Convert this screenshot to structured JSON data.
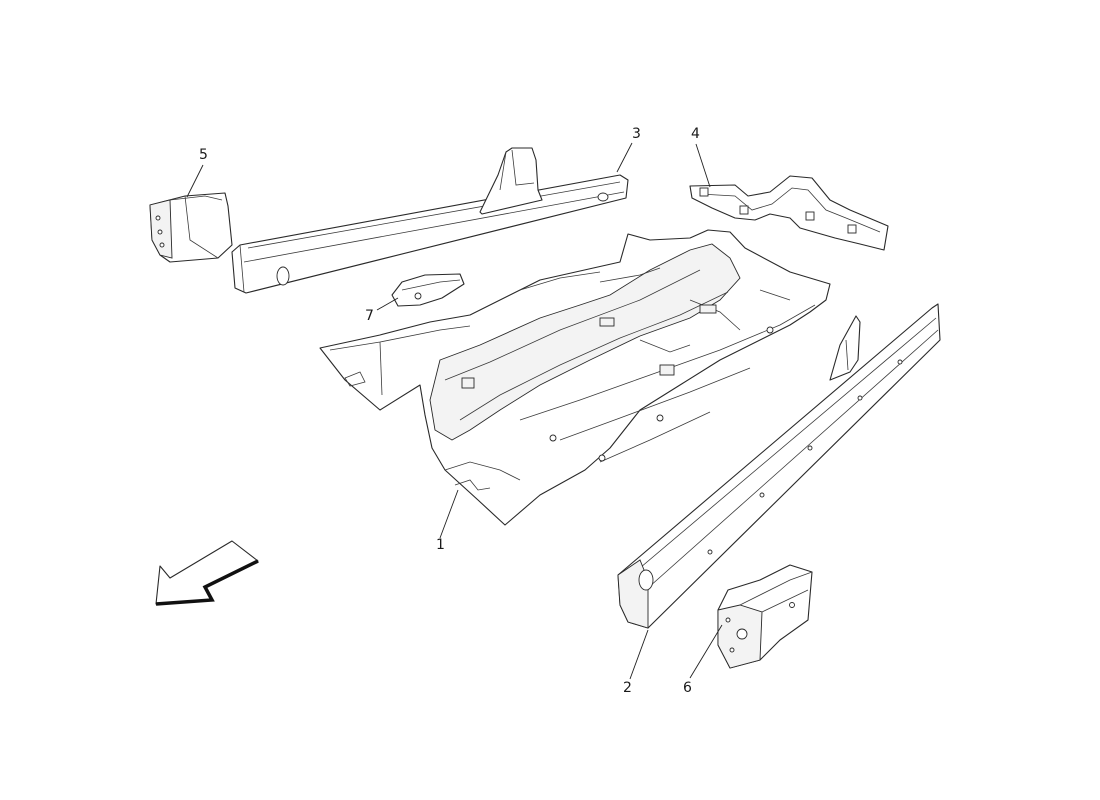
{
  "diagram": {
    "callouts": [
      {
        "id": "1",
        "label": "1"
      },
      {
        "id": "2",
        "label": "2"
      },
      {
        "id": "3",
        "label": "3"
      },
      {
        "id": "4",
        "label": "4"
      },
      {
        "id": "5",
        "label": "5"
      },
      {
        "id": "6",
        "label": "6"
      },
      {
        "id": "7",
        "label": "7"
      }
    ],
    "icons": {
      "direction_arrow": "front-direction-arrow-icon"
    }
  }
}
